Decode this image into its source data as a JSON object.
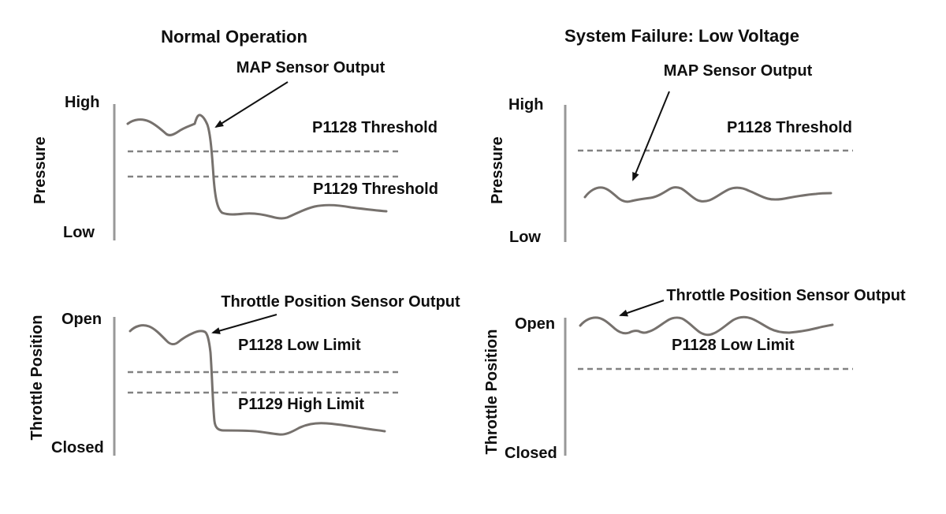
{
  "figure": {
    "background": "#ffffff",
    "left_column_title": "Normal Operation",
    "right_column_title": "System Failure: Low Voltage"
  },
  "colors": {
    "text": "#0f0f0f",
    "curve": "#76716d",
    "dashed_line": "#828282",
    "axis_line": "#989898",
    "arrow": "#111111"
  },
  "panels": {
    "tl": {
      "title": "Normal Operation",
      "sensor_label": "MAP Sensor Output",
      "ylabel": "Pressure",
      "ytop": "High",
      "ybottom": "Low",
      "annotations": [
        "P1128 Threshold",
        "P1129 Threshold"
      ]
    },
    "tr": {
      "title": "System Failure: Low Voltage",
      "sensor_label": "MAP Sensor Output",
      "ylabel": "Pressure",
      "ytop": "High",
      "ybottom": "Low",
      "annotations": [
        "P1128 Threshold"
      ]
    },
    "bl": {
      "sensor_label": "Throttle Position Sensor Output",
      "ylabel": "Throttle Position",
      "ytop": "Open",
      "ybottom": "Closed",
      "annotations": [
        "P1128 Low Limit",
        "P1129 High Limit"
      ]
    },
    "br": {
      "sensor_label": "Throttle Position Sensor Output",
      "ylabel": "Throttle Position",
      "ytop": "Open",
      "ybottom": "Closed",
      "annotations": [
        "P1128 Low Limit"
      ]
    }
  },
  "chart_data": [
    {
      "type": "line",
      "title": "Normal Operation",
      "ylabel": "Pressure",
      "y_tick_labels": [
        "Low",
        "High"
      ],
      "ylim": [
        0,
        1
      ],
      "grid": false,
      "series": [
        {
          "name": "MAP Sensor Output",
          "x": [
            0,
            0.06,
            0.12,
            0.17,
            0.22,
            0.26,
            0.28,
            0.3,
            0.32,
            0.34,
            0.4,
            0.5,
            0.6,
            0.72,
            0.85,
            1.0
          ],
          "y": [
            0.86,
            0.89,
            0.83,
            0.77,
            0.83,
            0.87,
            0.92,
            0.85,
            0.45,
            0.2,
            0.19,
            0.17,
            0.2,
            0.25,
            0.24,
            0.21
          ]
        }
      ],
      "thresholds": [
        {
          "label": "P1128 Threshold",
          "y": 0.65,
          "style": "dashed"
        },
        {
          "label": "P1129 Threshold",
          "y": 0.47,
          "style": "dashed"
        }
      ],
      "annotation_arrow": {
        "label": "MAP Sensor Output",
        "points_to": "sharp drop of curve"
      }
    },
    {
      "type": "line",
      "title": "System Failure: Low Voltage",
      "ylabel": "Pressure",
      "y_tick_labels": [
        "Low",
        "High"
      ],
      "ylim": [
        0,
        1
      ],
      "grid": false,
      "series": [
        {
          "name": "MAP Sensor Output",
          "x": [
            0,
            0.07,
            0.13,
            0.2,
            0.27,
            0.34,
            0.39,
            0.45,
            0.51,
            0.58,
            0.65,
            0.73,
            0.81,
            0.9,
            1.0
          ],
          "y": [
            0.33,
            0.4,
            0.32,
            0.3,
            0.31,
            0.38,
            0.4,
            0.32,
            0.3,
            0.37,
            0.35,
            0.32,
            0.32,
            0.34,
            0.36
          ]
        }
      ],
      "thresholds": [
        {
          "label": "P1128 Threshold",
          "y": 0.67,
          "style": "dashed"
        }
      ],
      "annotation_arrow": {
        "label": "MAP Sensor Output",
        "points_to": "flat low wavy curve"
      }
    },
    {
      "type": "line",
      "title": "Normal Operation (throttle)",
      "ylabel": "Throttle Position",
      "y_tick_labels": [
        "Closed",
        "Open"
      ],
      "ylim": [
        0,
        1
      ],
      "grid": false,
      "series": [
        {
          "name": "Throttle Position Sensor Output",
          "x": [
            0,
            0.06,
            0.12,
            0.15,
            0.19,
            0.25,
            0.28,
            0.3,
            0.31,
            0.33,
            0.4,
            0.5,
            0.58,
            0.65,
            0.78,
            0.9,
            1.0
          ],
          "y": [
            0.9,
            0.94,
            0.86,
            0.8,
            0.84,
            0.9,
            0.91,
            0.88,
            0.4,
            0.18,
            0.18,
            0.16,
            0.15,
            0.22,
            0.23,
            0.2,
            0.18
          ]
        }
      ],
      "thresholds": [
        {
          "label": "P1128 Low Limit",
          "y": 0.6,
          "style": "dashed"
        },
        {
          "label": "P1129 High Limit",
          "y": 0.45,
          "style": "dashed"
        }
      ],
      "annotation_arrow": {
        "label": "Throttle Position Sensor Output",
        "points_to": "sharp drop of curve"
      }
    },
    {
      "type": "line",
      "title": "System Failure: Low Voltage (throttle)",
      "ylabel": "Throttle Position",
      "y_tick_labels": [
        "Closed",
        "Open"
      ],
      "ylim": [
        0,
        1
      ],
      "grid": false,
      "series": [
        {
          "name": "Throttle Position Sensor Output",
          "x": [
            0,
            0.07,
            0.14,
            0.2,
            0.26,
            0.34,
            0.4,
            0.47,
            0.53,
            0.6,
            0.68,
            0.76,
            0.84,
            0.92,
            1.0
          ],
          "y": [
            0.94,
            0.99,
            0.91,
            0.89,
            0.97,
            0.99,
            0.9,
            0.88,
            0.97,
            0.93,
            0.89,
            0.89,
            0.91,
            0.93,
            0.95
          ]
        }
      ],
      "thresholds": [
        {
          "label": "P1128 Low Limit",
          "y": 0.63,
          "style": "dashed"
        }
      ],
      "annotation_arrow": {
        "label": "Throttle Position Sensor Output",
        "points_to": "high wavy curve near Open"
      }
    }
  ]
}
